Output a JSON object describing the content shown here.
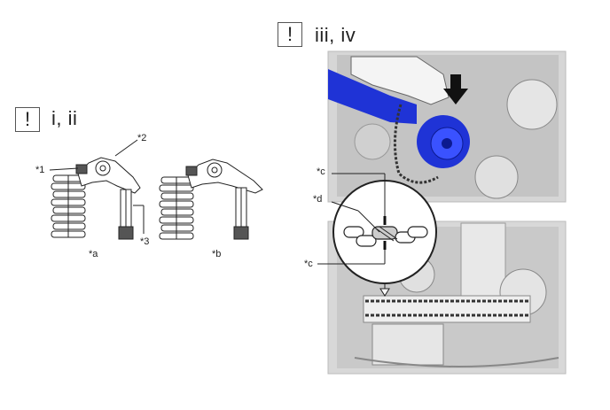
{
  "left_section": {
    "warning_symbol": "!",
    "steps_label": "i, ii",
    "callouts": {
      "c1": "*1",
      "c2": "*2",
      "c3": "*3",
      "ca": "*a",
      "cb": "*b"
    }
  },
  "right_section": {
    "warning_symbol": "!",
    "steps_label": "iii, iv",
    "callouts": {
      "cc_top": "*c",
      "cd": "*d",
      "cc_bottom": "*c"
    }
  },
  "colors": {
    "tool_blue": "#1f33d6",
    "engine_gray": "#cfcfcf",
    "line": "#222222"
  }
}
